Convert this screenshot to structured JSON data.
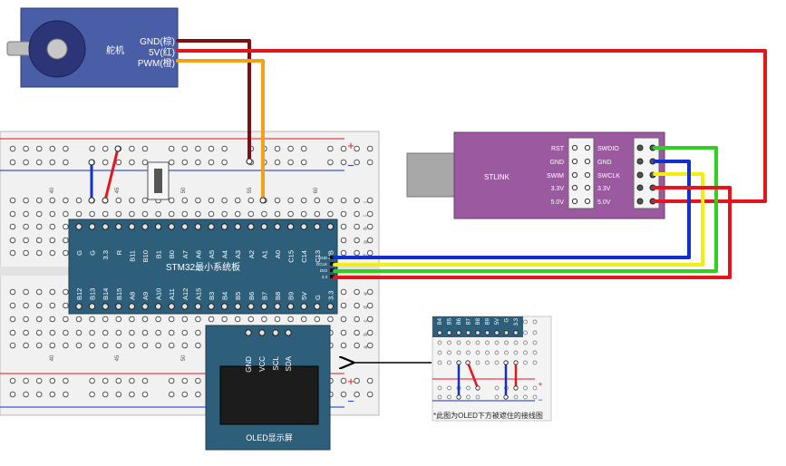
{
  "servo": {
    "label": "舵机",
    "pins": [
      "GND(棕)",
      "5V(红)",
      "PWM(橙)"
    ]
  },
  "stlink": {
    "label": "STLINK",
    "left_pins": [
      "RST",
      "GND",
      "SWIM",
      "3.3V",
      "5.0V"
    ],
    "right_pins": [
      "SWDIO",
      "GND",
      "SWCLK",
      "3.3V",
      "5.0V"
    ]
  },
  "stm32": {
    "label": "STM32最小系统板",
    "top_pins": [
      "G",
      "G",
      "3.3",
      "R",
      "B11",
      "B10",
      "B1",
      "B0",
      "A7",
      "A6",
      "A5",
      "A4",
      "A3",
      "A2",
      "A1",
      "A0",
      "C15",
      "C14",
      "C13",
      "VB"
    ],
    "bottom_pins": [
      "B12",
      "B13",
      "B14",
      "B15",
      "A8",
      "A9",
      "A10",
      "A11",
      "A12",
      "A15",
      "B3",
      "B4",
      "B5",
      "B6",
      "B7",
      "B8",
      "B9",
      "5V",
      "G",
      "3.3"
    ],
    "swd_pins": [
      "GND",
      "DCLK",
      "DIO",
      "3.3"
    ]
  },
  "oled": {
    "label": "OLED显示屏",
    "pins": [
      "GND",
      "VCC",
      "SCL",
      "SDA"
    ]
  },
  "breadboard": {
    "plus": "+",
    "minus": "−",
    "col_numbers": [
      "40",
      "45",
      "50",
      "55",
      "60"
    ],
    "row_letters": [
      "j",
      "i",
      "h",
      "g",
      "f",
      "e",
      "d",
      "c",
      "b",
      "a"
    ]
  },
  "inset": {
    "pins": [
      "B4",
      "B5",
      "B6",
      "B7",
      "B8",
      "B9",
      "5V",
      "G",
      "3.3"
    ],
    "plus": "+",
    "minus": "−",
    "caption": "*此图为OLED下方被遮住的接线图"
  },
  "colors": {
    "wire_red": "#e8141b",
    "wire_brown": "#7a1010",
    "wire_orange": "#f6a018",
    "wire_blue": "#1030d0",
    "wire_yellow": "#f4ee10",
    "wire_green": "#30d020",
    "servo_body": "#4a5ea8",
    "stlink_body": "#9b59a0",
    "board_body": "#2e5f7a"
  }
}
